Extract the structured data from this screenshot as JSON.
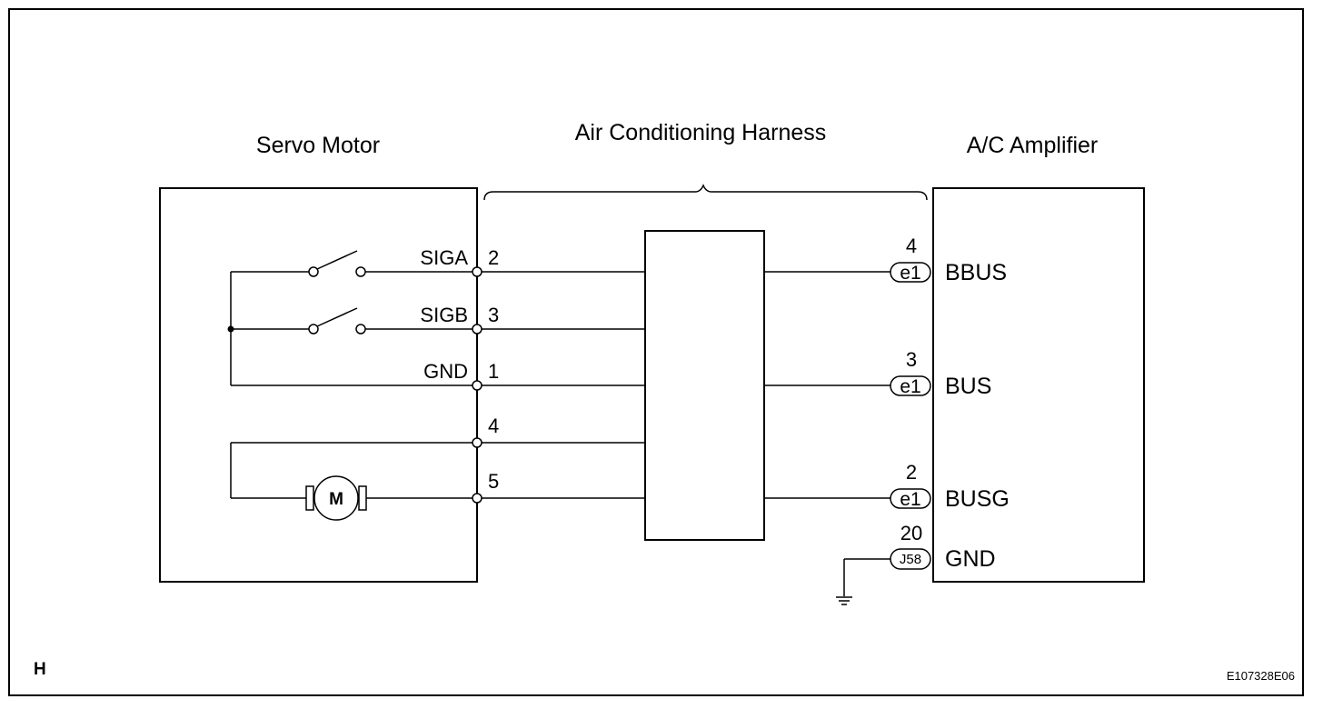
{
  "labels": {
    "servo_motor": "Servo Motor",
    "harness": "Air Conditioning Harness",
    "amplifier": "A/C Amplifier",
    "corner_mark": "H",
    "figure_code": "E107328E06"
  },
  "servo_terminals": [
    {
      "signal": "SIGA",
      "pin": "2"
    },
    {
      "signal": "SIGB",
      "pin": "3"
    },
    {
      "signal": "GND",
      "pin": "1"
    },
    {
      "signal": "",
      "pin": "4"
    },
    {
      "signal": "",
      "pin": "5"
    }
  ],
  "motor_symbol": "M",
  "amplifier_terminals": [
    {
      "pin": "4",
      "connector": "e1",
      "signal": "BBUS"
    },
    {
      "pin": "3",
      "connector": "e1",
      "signal": "BUS"
    },
    {
      "pin": "2",
      "connector": "e1",
      "signal": "BUSG"
    },
    {
      "pin": "20",
      "connector": "J58",
      "signal": "GND"
    }
  ]
}
